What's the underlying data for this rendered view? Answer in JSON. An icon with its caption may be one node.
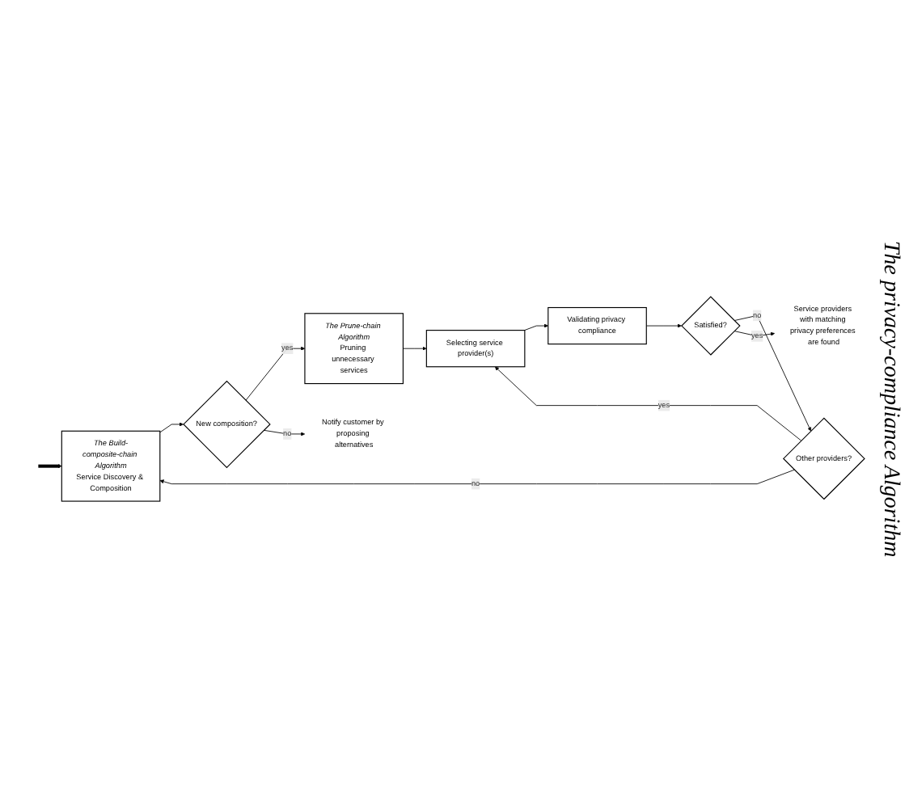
{
  "diagram": {
    "nodes": [
      {
        "text": [
          "The Build-composite-chain Algorithm",
          "Service Discovery & Composition"
        ]
      },
      {
        "text": [
          "New composition?"
        ]
      },
      {
        "text": [
          "The Prune-chain Algorithm",
          "Pruning unnecessary services"
        ]
      },
      {
        "text": [
          "Notify customer by proposing alternatives"
        ]
      },
      {
        "text": [
          "Selecting service provider(s)"
        ]
      },
      {
        "text": [
          "Validating privacy compliance"
        ]
      },
      {
        "text": [
          "Satisfied?"
        ]
      },
      {
        "text": [
          "Other providers?"
        ]
      },
      {
        "text": [
          "Service providers with matching privacy preferences are found"
        ]
      }
    ],
    "edges": [
      {
        "from": null,
        "to": 0,
        "arrow": "to",
        "style": "thick"
      },
      {
        "from": 0,
        "to": 1,
        "arrow": "to"
      },
      {
        "from": 1,
        "to": 2,
        "arrow": "to",
        "label": "yes"
      },
      {
        "from": 1,
        "to": 3,
        "arrow": "to",
        "label": "no"
      },
      {
        "from": 2,
        "to": 4,
        "arrow": "to"
      },
      {
        "from": 4,
        "to": 5,
        "arrow": "to"
      },
      {
        "from": 5,
        "to": 6,
        "arrow": "to"
      },
      {
        "from": 6,
        "to": 7,
        "arrow": "to",
        "label": "no"
      },
      {
        "from": 6,
        "to": 8,
        "arrow": "to",
        "label": "yes"
      },
      {
        "from": 7,
        "to": 4,
        "arrow": "to",
        "label": "yes"
      },
      {
        "from": 7,
        "to": 0,
        "arrow": "to",
        "label": "no"
      }
    ],
    "labels": [
      "The privacy-compliance Algorithm"
    ]
  }
}
